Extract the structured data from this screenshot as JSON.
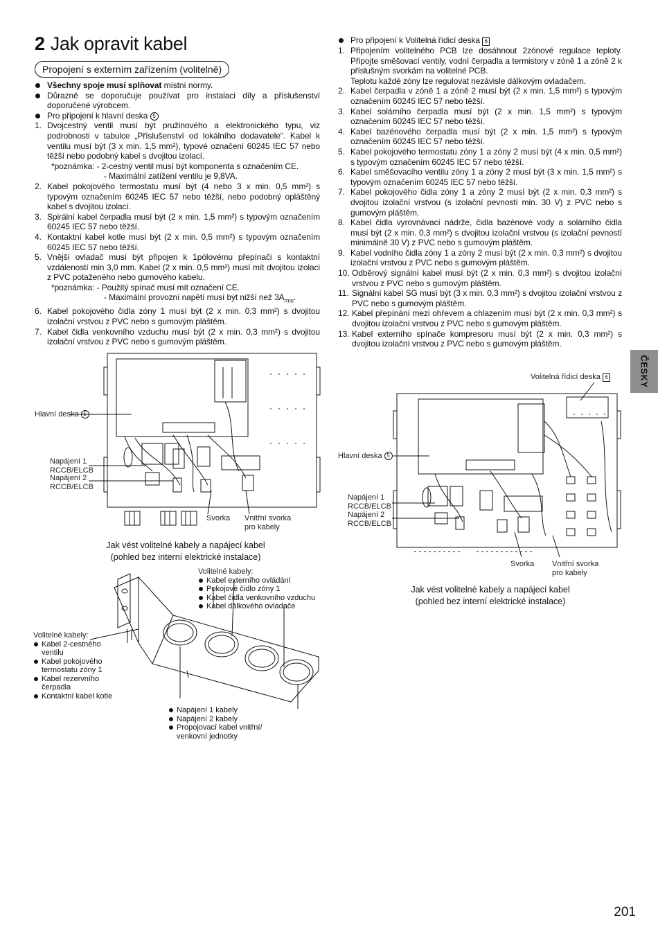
{
  "header": {
    "num": "2",
    "title": "Jak opravit kabel",
    "subtitle": "Propojení s externím zařízením (volitelně)"
  },
  "left": {
    "b1_bold": "Všechny spoje musí splňovat",
    "b1_rest": " místní normy.",
    "b2": "Důrazně se doporučuje používat pro instalaci díly a příslušenství doporučené výrobcem.",
    "b3": "Pro připojení k hlavní deska",
    "b3_mark": "5",
    "items": [
      {
        "n": "1.",
        "t": "Dvojcestný ventil musí být pružinového a elektronického typu, viz podrobnosti v tabulce „Příslušenství od lokálního dodavatele“. Kabel k ventilu musí být (3 x min. 1,5 mm²), typové označení 60245 IEC 57 nebo těžší nebo podobný kabel s dvojitou izolací."
      },
      {
        "n": "2.",
        "t": "Kabel pokojového termostatu musí být (4 nebo 3 x min. 0,5 mm²) s typovým označením 60245 IEC 57 nebo těžší, nebo podobný opláštěný kabel s dvojitou izolací."
      },
      {
        "n": "3.",
        "t": "Spirální kabel čerpadla musí být (2 x min. 1,5 mm²) s typovým označením 60245 IEC 57 nebo těžší."
      },
      {
        "n": "4.",
        "t": "Kontaktní kabel kotle musí být (2 x min. 0,5 mm²) s typovým označením 60245 IEC 57 nebo těžší."
      },
      {
        "n": "5.",
        "t": "Vnější ovladač musí být připojen k 1pólovému přepínači s kontaktní vzdáleností min 3,0 mm. Kabel (2 x min. 0,5 mm²) musí mít dvojitou izolaci z PVC potaženého nebo gumového kabelu."
      },
      {
        "n": "6.",
        "t": "Kabel pokojového čidla zóny 1 musí být (2 x min. 0,3 mm²) s dvojitou izolační vrstvou z PVC nebo s gumovým pláštěm."
      },
      {
        "n": "7.",
        "t": "Kabel čidla venkovního vzduchu musí být (2 x min. 0,3 mm²) s dvojitou izolační vrstvou z PVC nebo s gumovým pláštěm."
      }
    ],
    "note1a": "*poznámka: - 2-cestný ventil musí být komponenta s označením CE.",
    "note1b": "- Maximální zatížení ventilu je 9,8VA.",
    "note5a": "*poznámka: - Použitý spínač musí mít označení CE.",
    "note5b": "- Maximální provozní napětí musí být nižší než 3A",
    "note5sub": "rms",
    "note5end": "."
  },
  "right": {
    "b1": "Pro připojení k Volitelná řídicí deska",
    "b1_mark": "6",
    "items": [
      {
        "n": "1.",
        "t": "Připojením volitelného PCB lze dosáhnout 2zónové regulace teploty. Připojte směšovací ventily, vodní čerpadla a termistory v zóně 1 a zóně 2 k příslušným svorkám na volitelné PCB."
      },
      {
        "n": "2.",
        "t": "Kabel čerpadla v zóně 1 a zóně 2 musí být (2 x min. 1,5 mm²) s typovým označením 60245 IEC 57 nebo těžší."
      },
      {
        "n": "3.",
        "t": "Kabel solárního čerpadla musí být (2 x min. 1,5 mm²) s typovým označením 60245 IEC 57 nebo těžší."
      },
      {
        "n": "4.",
        "t": "Kabel bazénového čerpadla musí být (2 x min. 1,5 mm²) s typovým označením 60245 IEC 57 nebo těžší."
      },
      {
        "n": "5.",
        "t": "Kabel pokojového termostatu zóny 1 a zóny 2 musí být (4 x min. 0,5 mm²) s typovým označením 60245 IEC 57 nebo těžší."
      },
      {
        "n": "6.",
        "t": "Kabel směšovacího ventilu zóny 1 a zóny 2 musí být (3 x min. 1,5 mm²) s typovým označením 60245 IEC 57 nebo těžší."
      },
      {
        "n": "7.",
        "t": "Kabel pokojového čidla zóny 1 a zóny 2 musí být (2 x min. 0,3 mm²) s dvojitou izolační vrstvou (s izolační pevností min. 30 V) z PVC nebo s gumovým pláštěm."
      },
      {
        "n": "8.",
        "t": "Kabel čidla vyrovnávací nádrže, čidla bazénové vody a solárního čidla musí být (2 x min. 0,3 mm²) s dvojitou izolační vrstvou (s izolační pevností minimálně 30 V) z PVC nebo s gumovým pláštěm."
      },
      {
        "n": "9.",
        "t": "Kabel vodního čidla zóny 1 a zóny 2 musí být (2 x min. 0,3 mm²) s dvojitou izolační vrstvou z PVC nebo s gumovým pláštěm."
      },
      {
        "n": "10.",
        "t": "Odběrový signální kabel musí být (2 x min. 0,3 mm²) s dvojitou izolační vrstvou z PVC nebo s gumovým pláštěm."
      },
      {
        "n": "11.",
        "t": "Signální kabel SG musí být (3 x min. 0,3 mm²) s dvojitou izolační vrstvou z PVC nebo s gumovým pláštěm."
      },
      {
        "n": "12.",
        "t": "Kabel přepínání mezi ohřevem a chlazením musí být (2 x min. 0,3 mm²) s dvojitou izolační vrstvou z PVC nebo s gumovým pláštěm."
      },
      {
        "n": "13.",
        "t": "Kabel externího spínače kompresoru musí být (2 x min. 0,3 mm²) s dvojitou izolační vrstvou z PVC nebo s gumovým pláštěm."
      }
    ],
    "item1b": "Teplotu každé zóny lze regulovat nezávisle dálkovým ovladačem."
  },
  "fig1": {
    "hlavni": "Hlavní deska",
    "hlavni_mark": "5",
    "nap1a": "Napájení 1",
    "nap1b": "RCCB/ELCB",
    "nap2a": "Napájení 2",
    "nap2b": "RCCB/ELCB",
    "svorka": "Svorka",
    "vnitrni1": "Vnitřní svorka",
    "vnitrni2": "pro kabely",
    "cap1": "Jak vést volitelné kabely a napájecí kabel",
    "cap2": "(pohled bez interní elektrické instalace)"
  },
  "fig2": {
    "volitelna": "Volitelná řídicí deska",
    "volitelna_mark": "6",
    "hlavni": "Hlavní deska",
    "hlavni_mark": "5",
    "nap1a": "Napájení 1",
    "nap1b": "RCCB/ELCB",
    "nap2a": "Napájení 2",
    "nap2b": "RCCB/ELCB",
    "svorka": "Svorka",
    "vnitrni1": "Vnitřní svorka",
    "vnitrni2": "pro kabely",
    "cap1": "Jak vést volitelné kabely a napájecí kabel",
    "cap2": "(pohled bez interní elektrické instalace)"
  },
  "fig3": {
    "top_title": "Volitelné kabely:",
    "top_items": [
      "Kabel externího ovládání",
      "Pokojové čidlo zóny 1",
      "Kabel čidla venkovního vzduchu",
      "Kabel dálkového ovladače"
    ],
    "left_title": "Volitelné kabely:",
    "left_items": [
      "Kabel 2-cestného ventilu",
      "Kabel pokojového termostatu zóny 1",
      "Kabel rezervního čerpadla",
      "Kontaktní kabel kotle"
    ],
    "bottom_items": [
      "Napájení 1 kabely",
      "Napájení 2 kabely",
      "Propojovací kabel vnitřní/ venkovní jednotky"
    ]
  },
  "tab": "ČESKY",
  "page_number": "201"
}
